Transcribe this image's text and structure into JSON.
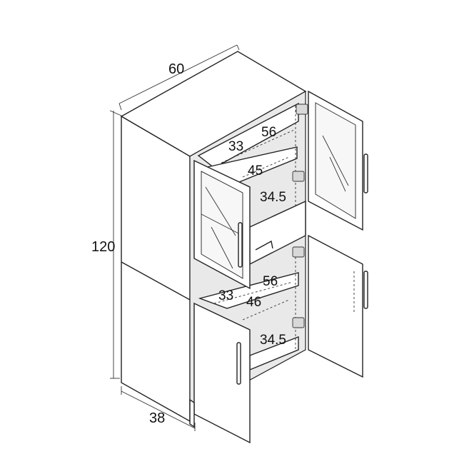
{
  "dimensions": {
    "width": "60",
    "height": "120",
    "depth": "38"
  },
  "upper_compartment": {
    "inner_width": "56",
    "inner_depth": "33",
    "shelf_height": "45",
    "lower_height": "34.5"
  },
  "lower_compartment": {
    "inner_width": "56",
    "inner_depth": "33",
    "shelf_height": "46",
    "lower_height": "34.5"
  }
}
